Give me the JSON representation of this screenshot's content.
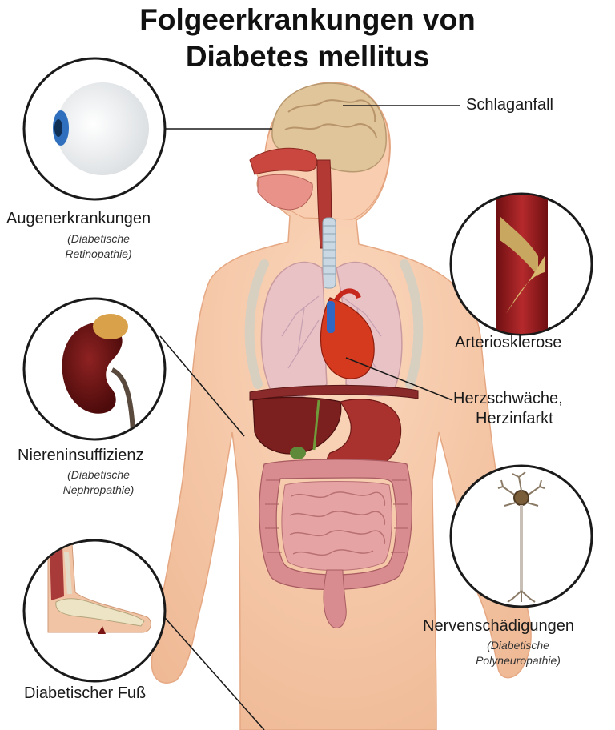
{
  "title": {
    "line1": "Folgeerkrankungen von",
    "line2": "Diabetes mellitus"
  },
  "labels": {
    "stroke": "Schlaganfall",
    "eye": {
      "main": "Augenerkrankungen",
      "sub1": "(Diabetische",
      "sub2": "Retinopathie)"
    },
    "artery": "Arteriosklerose",
    "heart": {
      "line1": "Herzschwäche,",
      "line2": "Herzinfarkt"
    },
    "kidney": {
      "main": "Niereninsuffizienz",
      "sub1": "(Diabetische",
      "sub2": "Nephropathie)"
    },
    "nerve": {
      "main": "Nervenschädigungen",
      "sub1": "(Diabetische",
      "sub2": "Polyneuropathie)"
    },
    "foot": "Diabetischer Fuß"
  },
  "colors": {
    "skin": "#f6c9a8",
    "skin_shadow": "#e9b08c",
    "brain": "#e0c49a",
    "lung": "#e9c2c6",
    "liver": "#7b1f1f",
    "intestine": "#d98c8f",
    "kidney": "#6e1414",
    "artery": "#9b1e20",
    "heart": "#d63a1e",
    "eye_iris": "#2f6fbd"
  }
}
